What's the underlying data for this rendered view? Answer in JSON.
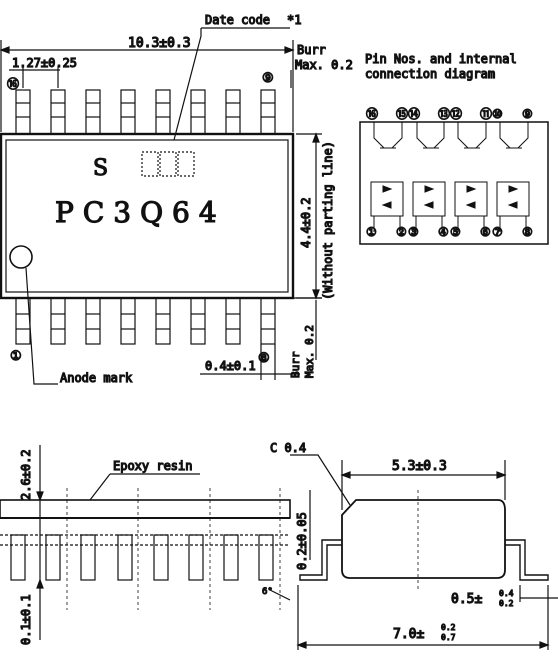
{
  "top_view": {
    "date_code_label": "Date code",
    "date_code_note": "*1",
    "width_dim": "10.3±0.3",
    "pitch_dim": "1.27±0.25",
    "pin16": "⑯",
    "pin9": "⑨",
    "pin1": "①",
    "pin8": "⑧",
    "burr_top_1": "Burr",
    "burr_top_2": "Max. 0.2",
    "brand_letter": "S",
    "part_number": "PC3Q64",
    "height_dim": "4.4±0.2",
    "height_note": "(Without parting line)",
    "lead_width_dim": "0.4±0.1",
    "burr_side_1": "Burr",
    "burr_side_2": "Max. 0.2",
    "anode_mark_label": "Anode mark"
  },
  "connection": {
    "title_1": "Pin Nos. and internal",
    "title_2": "connection diagram",
    "top_pins": [
      "⑯",
      "⑮",
      "⑭",
      "⑬",
      "⑫",
      "⑪",
      "⑩",
      "⑨"
    ],
    "bottom_pins": [
      "①",
      "②",
      "③",
      "④",
      "⑤",
      "⑥",
      "⑦",
      "⑧"
    ]
  },
  "front_view": {
    "epoxy_label": "Epoxy resin",
    "height_dim": "2.6±0.2",
    "standoff_dim": "0.1±0.1"
  },
  "side_view": {
    "chamfer_dim": "C 0.4",
    "body_width_dim": "5.3±0.3",
    "lead_thickness_dim": "0.2±0.05",
    "angle_label": "6°",
    "foot_dim_base": "0.5±",
    "foot_dim_sup": "0.4",
    "foot_dim_sub": "0.2",
    "total_width_base": "7.0±",
    "total_width_sup": "0.2",
    "total_width_sub": "0.7"
  }
}
